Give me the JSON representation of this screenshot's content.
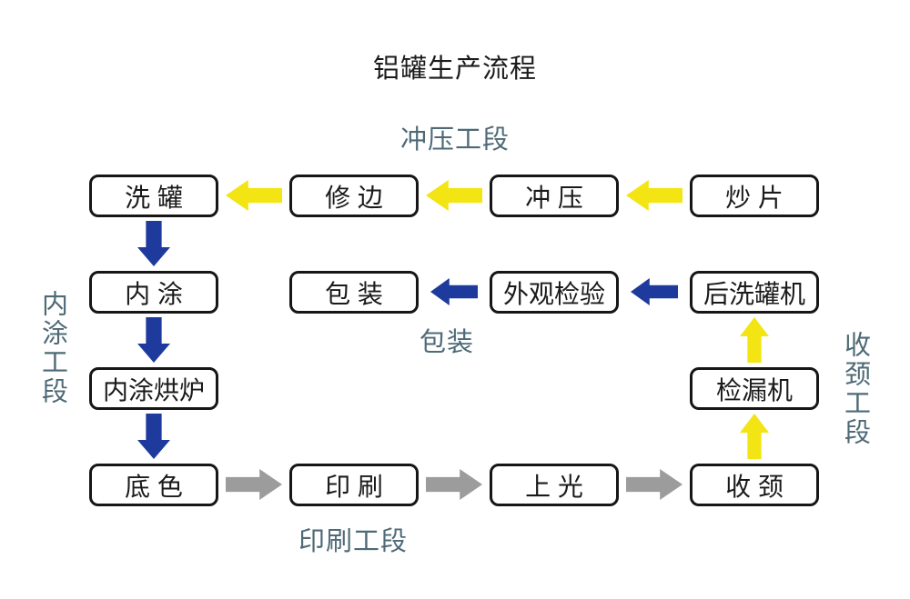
{
  "title": "铝罐生产流程",
  "colors": {
    "yellow": "#f3e514",
    "blue": "#1e3a9c",
    "gray": "#9c9c9c",
    "label": "#4e6a76",
    "ink": "#1a1a1a",
    "bg": "#ffffff"
  },
  "section_labels": {
    "stamping": "冲压工段",
    "inner_coating": "内涂工段",
    "packaging": "包装",
    "printing": "印刷工段",
    "necking": "收颈工段"
  },
  "boxes": {
    "wash_can": "洗 罐",
    "trim_edge": "修 边",
    "stamp": "冲 压",
    "fry_sheet": "炒 片",
    "inner_coat": "内 涂",
    "pack": "包 装",
    "visual_inspection": "外观检验",
    "post_wash_machine": "后洗罐机",
    "inner_coat_oven": "内涂烘炉",
    "leak_detector": "检漏机",
    "base_color": "底 色",
    "print": "印 刷",
    "glaze": "上 光",
    "neck_in": "收 颈"
  }
}
